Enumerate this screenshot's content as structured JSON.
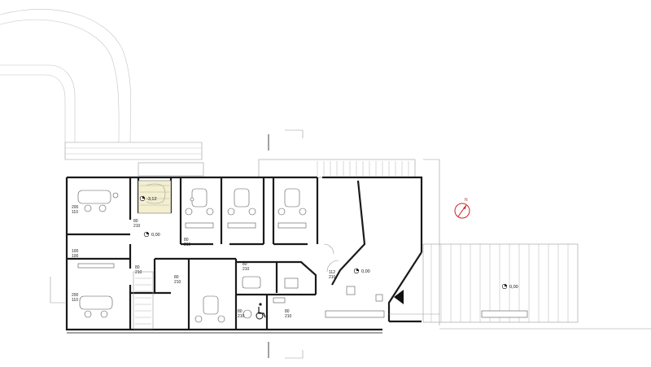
{
  "plan": {
    "levels": [
      {
        "id": "stair-level",
        "text": "-3,12"
      },
      {
        "id": "corridor-level",
        "text": "0,00"
      },
      {
        "id": "lobby-level",
        "text": "0,00"
      },
      {
        "id": "terrace-level",
        "text": "0,00"
      }
    ],
    "door_tags": [
      {
        "id": "d1",
        "top": "80",
        "bottom": "210"
      },
      {
        "id": "d2",
        "top": "80",
        "bottom": "210"
      },
      {
        "id": "d3",
        "top": "80",
        "bottom": "210"
      },
      {
        "id": "d4",
        "top": "80",
        "bottom": "210"
      },
      {
        "id": "d5",
        "top": "80",
        "bottom": "210"
      },
      {
        "id": "d6",
        "top": "80",
        "bottom": "210"
      },
      {
        "id": "d7",
        "top": "80",
        "bottom": "210"
      }
    ],
    "window_tags": [
      {
        "id": "w1",
        "top": "200",
        "bottom": "110"
      },
      {
        "id": "w2",
        "top": "100",
        "bottom": "100"
      },
      {
        "id": "w3",
        "top": "200",
        "bottom": "110"
      },
      {
        "id": "w4",
        "top": "112",
        "bottom": "210"
      }
    ],
    "colors": {
      "wall": "#1a1a1a",
      "north_arrow": "#cc2222",
      "hatch": "#b0b0b0"
    },
    "icons": [
      "north-arrow-icon",
      "wheelchair-icon",
      "section-marker-icon"
    ]
  }
}
